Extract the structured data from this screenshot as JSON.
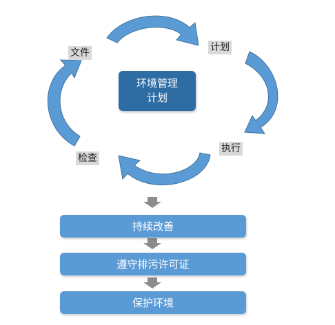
{
  "center_box": {
    "line1": "环境管理",
    "line2": "计划"
  },
  "cycle_labels": {
    "document": "文件",
    "plan": "计划",
    "execute": "执行",
    "check": "检查"
  },
  "outcomes": {
    "improvement": "持续改善",
    "compliance": "遵守排污许可证",
    "protection": "保护环境"
  },
  "colors": {
    "cycle_arrow": "#5b9bd5",
    "cycle_arrow_stroke": "#41719c",
    "center_box": "#2e6da4",
    "outcome_bar": "#5b9bd5",
    "connector_arrow": "#8c8c8c",
    "label_background": "#d9d9d9"
  }
}
